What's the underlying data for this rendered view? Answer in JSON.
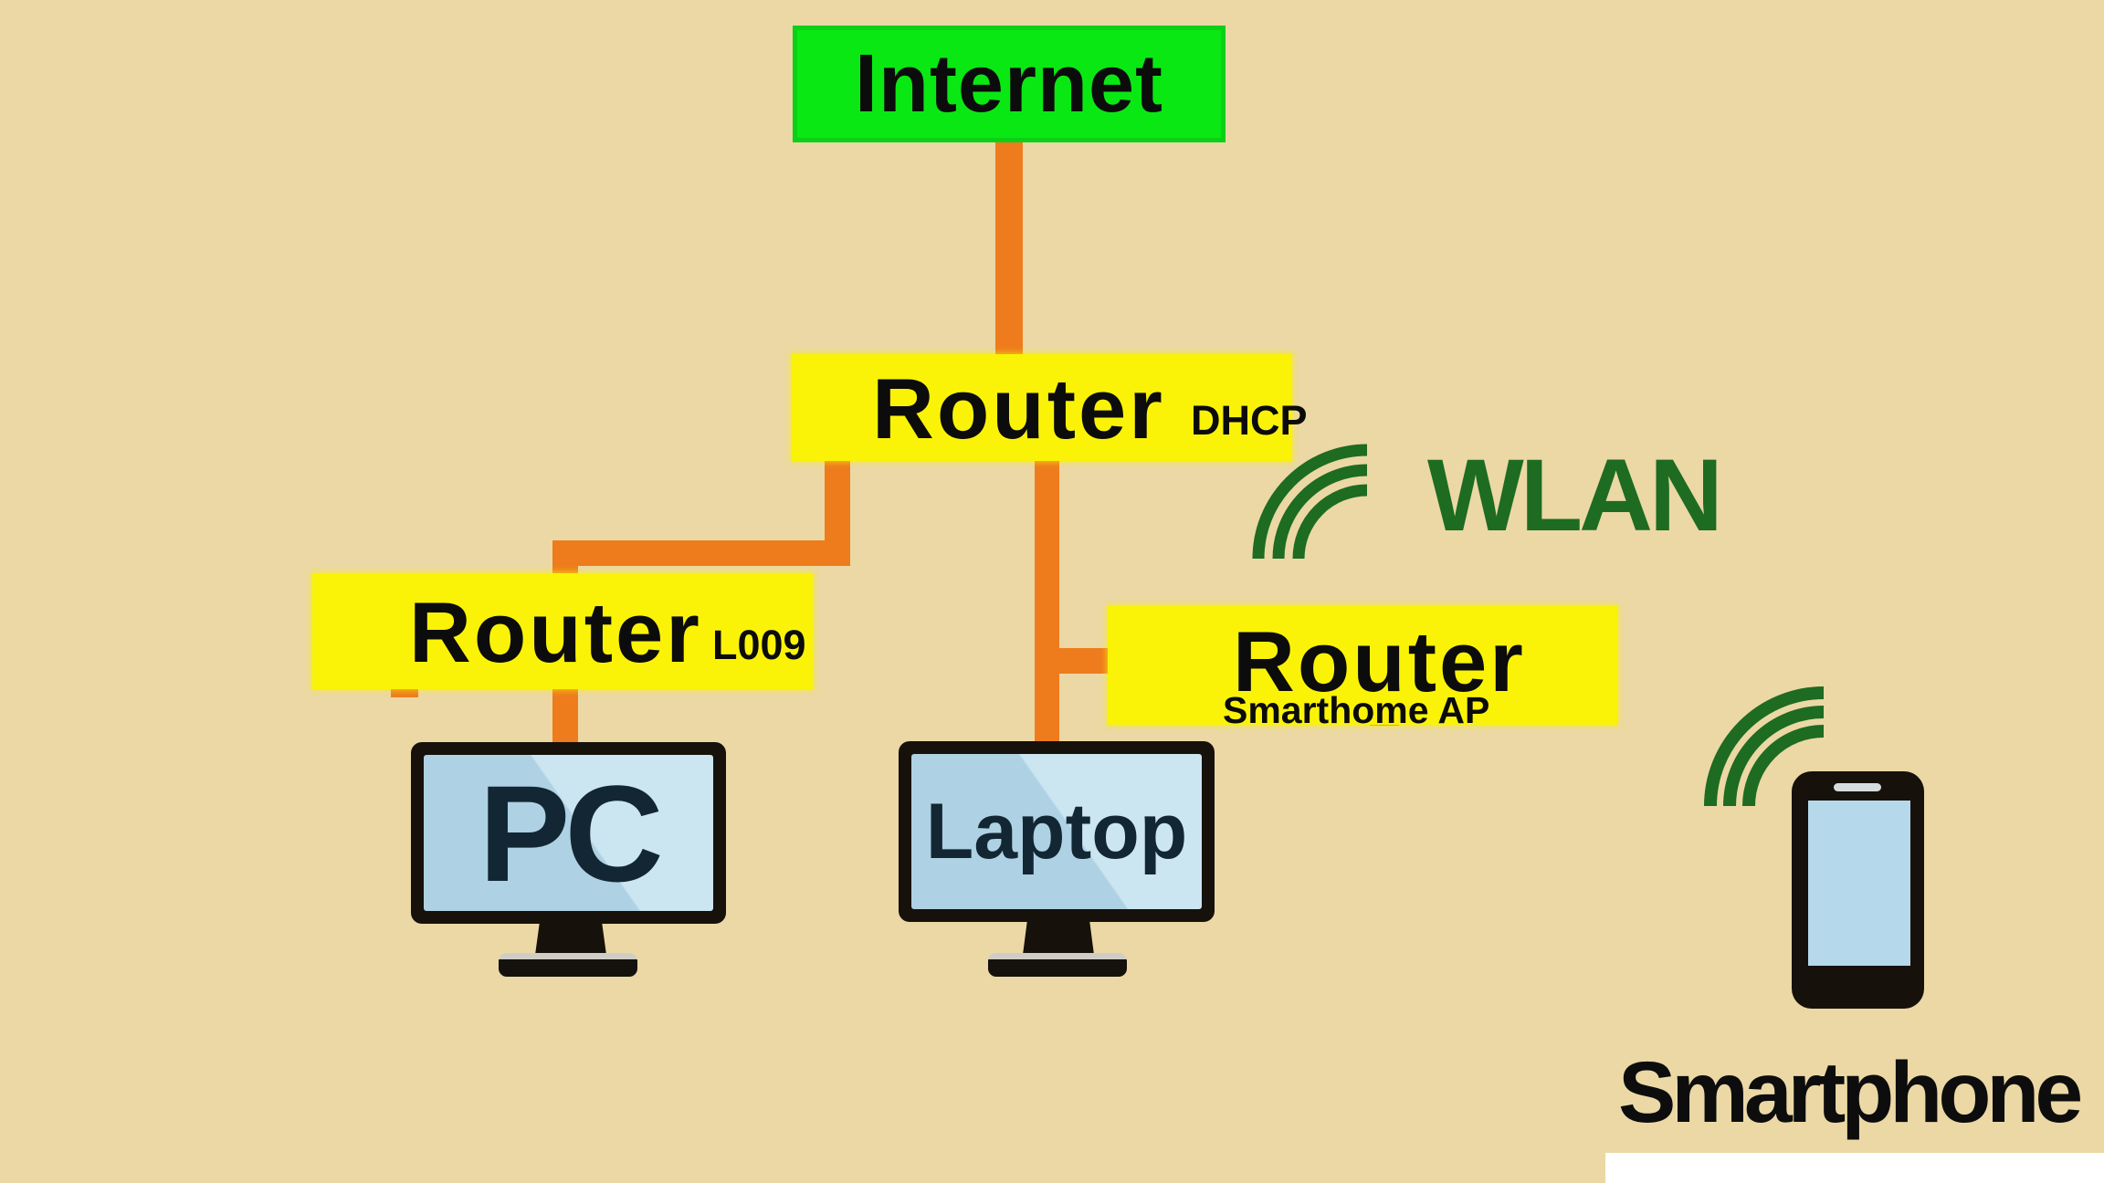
{
  "title": "Home network diagram",
  "background_color": "#ebd8a5",
  "colors": {
    "node_green": "#0ae814",
    "node_yellow": "#faf307",
    "cable_orange": "#ee7c1d",
    "wifi_dark_green": "#1e6b22",
    "screen_light_blue": "#aed1e4",
    "device_dark": "#17110b",
    "text_black": "#0c0c0c",
    "white_strip": "#ffffff"
  },
  "nodes": {
    "internet": {
      "label": "Internet"
    },
    "router_dhcp": {
      "label": "Router",
      "sublabel": "DHCP"
    },
    "router_l009": {
      "label": "Router",
      "sublabel": "L009"
    },
    "router_smarthome": {
      "label": "Router",
      "sublabel": "Smarthome AP"
    },
    "pc": {
      "label": "PC"
    },
    "laptop": {
      "label": "Laptop"
    },
    "smartphone": {
      "label": "Smartphone"
    }
  },
  "wlan": {
    "label": "WLAN"
  },
  "icons": {
    "wlan_signal": "wifi-signal-icon",
    "smartphone_signal": "wifi-signal-icon",
    "pc_device": "desktop-monitor-icon",
    "laptop_device": "desktop-monitor-icon",
    "smartphone_device": "smartphone-icon"
  },
  "connections": [
    {
      "from": "internet",
      "to": "router_dhcp",
      "medium": "wired"
    },
    {
      "from": "router_dhcp",
      "to": "router_l009",
      "medium": "wired"
    },
    {
      "from": "router_dhcp",
      "to": "laptop",
      "medium": "wired"
    },
    {
      "from": "router_dhcp",
      "to": "router_smarthome",
      "medium": "wired"
    },
    {
      "from": "router_l009",
      "to": "pc",
      "medium": "wired"
    },
    {
      "from": "router_smarthome",
      "to": "smartphone",
      "medium": "wireless-wlan"
    }
  ]
}
